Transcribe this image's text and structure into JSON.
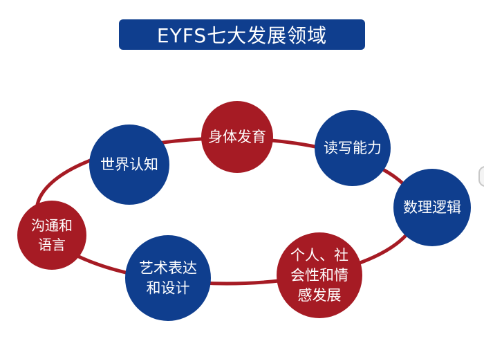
{
  "title": "EYFS七大发展领域",
  "colors": {
    "blue": "#0f3e8e",
    "red": "#a61b24",
    "ring": "#a61b24",
    "text": "#ffffff"
  },
  "nodes": [
    {
      "id": "shenti",
      "lines": [
        "身体发育"
      ],
      "color": "red"
    },
    {
      "id": "duxie",
      "lines": [
        "读写能力"
      ],
      "color": "blue"
    },
    {
      "id": "shuli",
      "lines": [
        "数理逻辑"
      ],
      "color": "blue"
    },
    {
      "id": "shehui",
      "lines": [
        "个人、社",
        "会性和情",
        "感发展"
      ],
      "color": "red"
    },
    {
      "id": "yishu",
      "lines": [
        "艺术表达",
        "和设计"
      ],
      "color": "blue"
    },
    {
      "id": "goutong",
      "lines": [
        "沟通和",
        "语言"
      ],
      "color": "red"
    },
    {
      "id": "shijie",
      "lines": [
        "世界认知"
      ],
      "color": "blue"
    }
  ]
}
